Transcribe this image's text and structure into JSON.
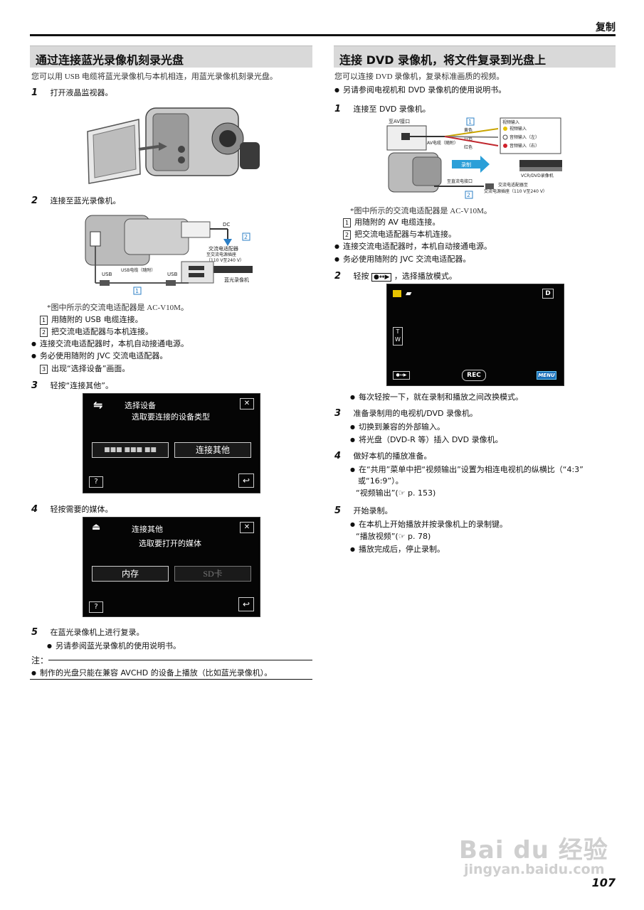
{
  "header": {
    "title": "复制",
    "page_number": "107"
  },
  "left": {
    "title": "通过连接蓝光录像机刻录光盘",
    "intro": "您可以用 USB 电缆将蓝光录像机与本机相连，用蓝光录像机刻录光盘。",
    "step1": {
      "num": "1",
      "text": "打开液晶监视器。"
    },
    "step2": {
      "num": "2",
      "text": "连接至蓝光录像机。",
      "diagram": {
        "usb_cable": "USB电缆（随附）",
        "usb_a": "USB",
        "usb_b": "USB",
        "dc": "DC",
        "adapter": "交流电适配器",
        "adapter2": "至交流电源插座",
        "adapter3": "（110 V至240 V）",
        "recorder": "蓝光录像机",
        "box1": "1",
        "box2": "2"
      },
      "adapter_note": "*图中所示的交流电适配器是 AC-V10M。",
      "sub1": "用随附的 USB 电缆连接。",
      "sub2": "把交流电适配器与本机连接。",
      "bullet1": "连接交流电适配器时，本机自动接通电源。",
      "bullet2": "务必使用随附的 JVC 交流电适配器。",
      "sub3": "出现“选择设备”画面。"
    },
    "step3": {
      "num": "3",
      "text": "轻按“连接其他”。",
      "screen": {
        "title": "选择设备",
        "subtitle": "选取要连接的设备类型",
        "btn_left": "■■■ ■■■ ■■",
        "btn_right": "连接其他",
        "help": "?",
        "back": "↩",
        "close": "✕"
      }
    },
    "step4": {
      "num": "4",
      "text": "轻按需要的媒体。",
      "screen": {
        "title": "连接其他",
        "subtitle": "选取要打开的媒体",
        "btn_left": "内存",
        "btn_right": "SD卡",
        "help": "?",
        "back": "↩",
        "close": "✕"
      }
    },
    "step5": {
      "num": "5",
      "text": "在蓝光录像机上进行复录。",
      "bullet": "另请参阅蓝光录像机的使用说明书。"
    },
    "note_label": "注：",
    "note": "制作的光盘只能在兼容 AVCHD 的设备上播放（比如蓝光录像机）。"
  },
  "right": {
    "title": "连接 DVD 录像机，将文件复录到光盘上",
    "intro": "您可以连接 DVD 录像机，复录标准画质的视频。",
    "intro_bullet": "另请参阅电视机和 DVD 录像机的使用说明书。",
    "step1": {
      "num": "1",
      "text": "连接至 DVD 录像机。",
      "diagram": {
        "av_port": "至AV接口",
        "av_cable": "AV电缆（随附）",
        "yellow": "黄色",
        "white": "白色",
        "red": "红色",
        "video_in": "视频输入",
        "video_in2": "视频输入",
        "audio_l": "音频输入（左）",
        "audio_r": "音频输入（右）",
        "record": "录制",
        "dc_port": "至直流电接口",
        "adapter": "交流电适配器至",
        "adapter2": "交流电源插座（110 V至240 V）",
        "vcr": "VCR/DVD录像机",
        "box1": "1",
        "box2": "2"
      },
      "adapter_note": "*图中所示的交流电适配器是 AC-V10M。",
      "sub1": "用随附的 AV 电缆连接。",
      "sub2": "把交流电适配器与本机连接。",
      "bullet1": "连接交流电适配器时，本机自动接通电源。",
      "bullet2": "务必使用随附的 JVC 交流电适配器。"
    },
    "step2": {
      "num": "2",
      "text_pre": "轻按",
      "icon": "●↔▶",
      "text_post": "，选择播放模式。",
      "screen": {
        "badge": "D",
        "tw_t": "T",
        "tw_w": "W",
        "rec": "REC",
        "menu": "MENU"
      },
      "bullet": "每次轻按一下，就在录制和播放之间改换模式。"
    },
    "step3": {
      "num": "3",
      "text": "准备录制用的电视机/DVD 录像机。",
      "bullet1": "切换到兼容的外部输入。",
      "bullet2": "将光盘（DVD-R 等）插入 DVD 录像机。"
    },
    "step4": {
      "num": "4",
      "text": "做好本机的播放准备。",
      "bullet_l1": "在“共用”菜单中把“视频输出”设置为相连电视机的纵横比（“4:3”",
      "bullet_l2": "或“16:9”）。",
      "ref": "“视频输出”(☞ p. 153)"
    },
    "step5": {
      "num": "5",
      "text": "开始录制。",
      "bullet1": "在本机上开始播放并按录像机上的录制键。",
      "ref": "“播放视频”(☞ p. 78)",
      "bullet2": "播放完成后，停止录制。"
    }
  },
  "watermark": {
    "line1": "Bai du 经验",
    "line2": "jingyan.baidu.com"
  }
}
